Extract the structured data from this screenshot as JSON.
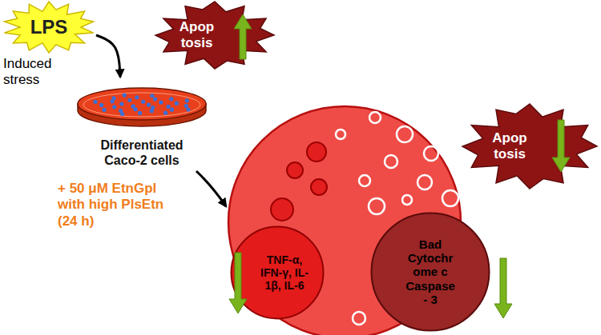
{
  "diagram": {
    "nodes": [
      {
        "text": [
          "LPS"
        ]
      },
      {
        "text": [
          "Differentiated Caco-2 cells"
        ]
      },
      {
        "text": [
          "Apop tosis"
        ]
      },
      {
        "text": [
          "Apop tosis"
        ]
      },
      {
        "text": [
          "TNF-α, IFN-γ, IL-1β, IL-6"
        ]
      },
      {
        "text": [
          "Bad",
          "Cytochr ome c",
          "Caspase - 3"
        ]
      }
    ],
    "edges": [
      {
        "from": 0,
        "to": 1,
        "arrow": "to"
      }
    ],
    "labels": [
      "Induced stress",
      "+ 50 μM EtnGpl with high PlsEtn (24 h)"
    ]
  }
}
